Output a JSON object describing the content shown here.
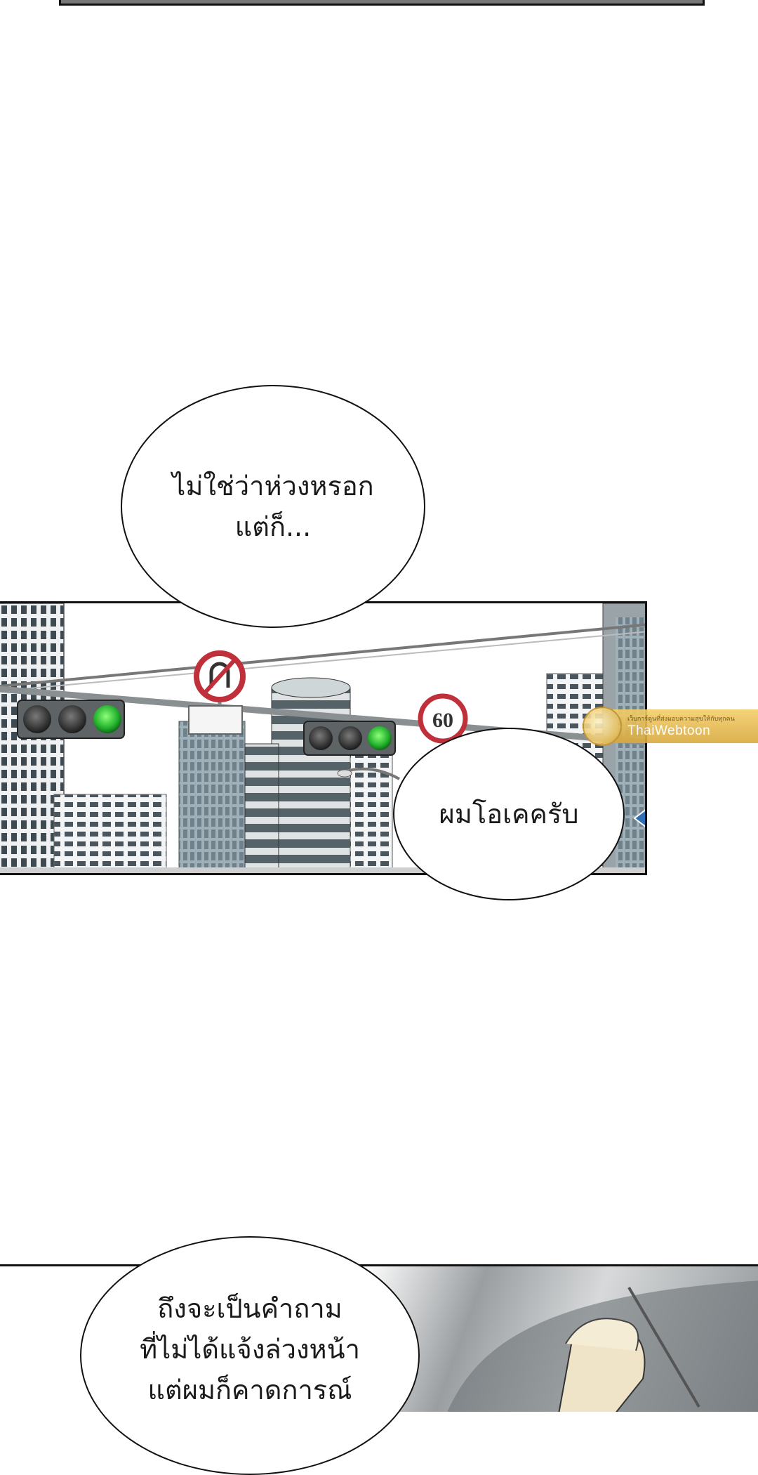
{
  "bubbles": {
    "b1": {
      "lines": [
        "ไม่ใช่ว่าห่วงหรอก",
        "แต่ก็..."
      ]
    },
    "b2": {
      "lines": [
        "ผมโอเคครับ"
      ]
    },
    "b3": {
      "lines": [
        "ถึงจะเป็นคำถาม",
        "ที่ไม่ได้แจ้งล่วงหน้า",
        "แต่ผมก็คาดการณ์"
      ]
    }
  },
  "signs": {
    "speed_limit": "60"
  },
  "watermark": {
    "brand": "ThaiWebtoon",
    "tagline": "เว็บการ์ตูนที่ส่งมอบความสุขให้กับทุกคน"
  },
  "colors": {
    "background": "#ffffff",
    "outline": "#111111",
    "green_light": "#2fbf3a",
    "sign_red": "#c0303a",
    "watermark_gold": "#e2b24a"
  }
}
